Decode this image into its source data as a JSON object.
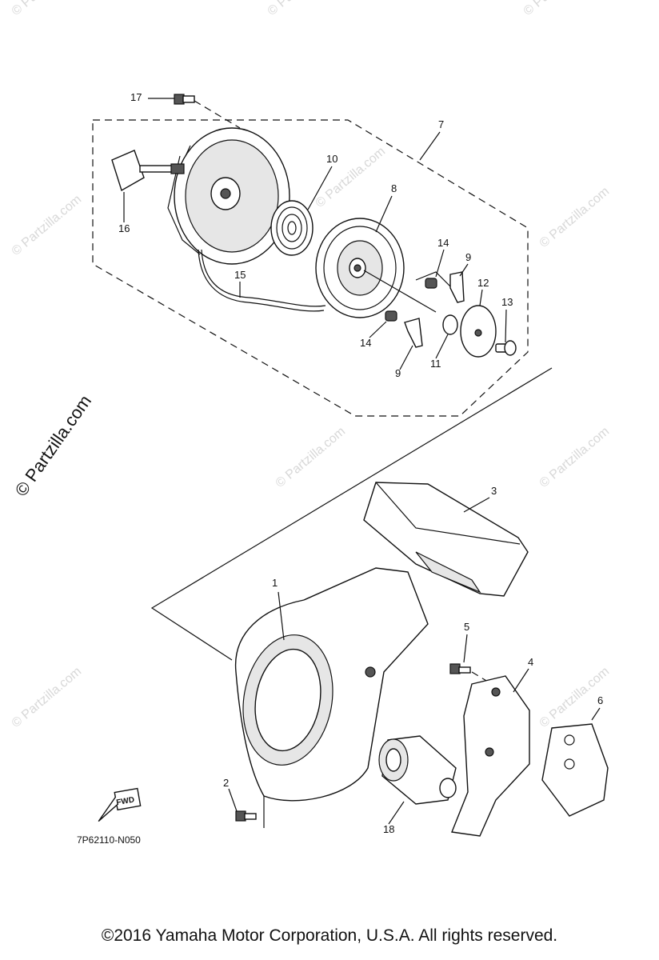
{
  "watermark": {
    "text": "© Partzilla.com",
    "prominent_text": "© Partzilla.com"
  },
  "diagram_code": "7P62110-N050",
  "fwd_label": "FWD",
  "callouts": {
    "p1": "1",
    "p2": "2",
    "p3": "3",
    "p4": "4",
    "p5": "5",
    "p6": "6",
    "p7": "7",
    "p8": "8",
    "p9a": "9",
    "p9b": "9",
    "p10": "10",
    "p11": "11",
    "p12": "12",
    "p13": "13",
    "p14a": "14",
    "p14b": "14",
    "p15": "15",
    "p16": "16",
    "p17": "17",
    "p18": "18"
  },
  "copyright": "©2016  Yamaha Motor Corporation, U.S.A. All rights reserved."
}
